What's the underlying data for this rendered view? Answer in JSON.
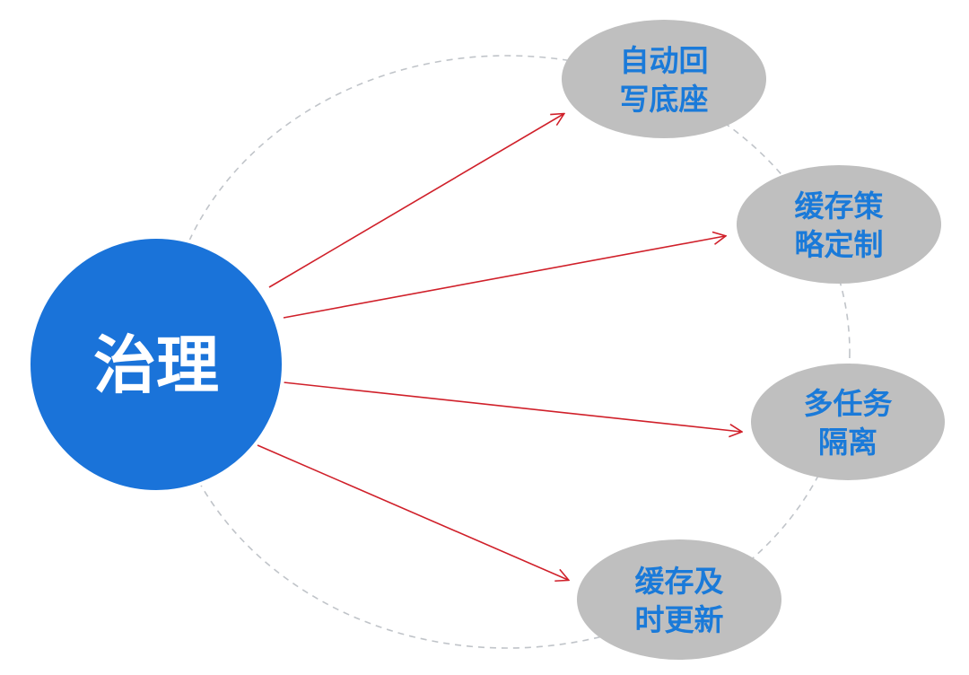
{
  "colors": {
    "center_fill": "#1a73d9",
    "center_stroke": "#ffffff",
    "node_fill": "#bfbfbf",
    "node_text": "#1a7ad9",
    "arrow": "#d0202a",
    "dashed_ring": "#c0c4c9"
  },
  "center": {
    "label": "治理"
  },
  "nodes": [
    {
      "line1": "自动回",
      "line2": "写底座"
    },
    {
      "line1": "缓存策",
      "line2": "略定制"
    },
    {
      "line1": "多任务",
      "line2": "隔离"
    },
    {
      "line1": "缓存及",
      "line2": "时更新"
    }
  ]
}
